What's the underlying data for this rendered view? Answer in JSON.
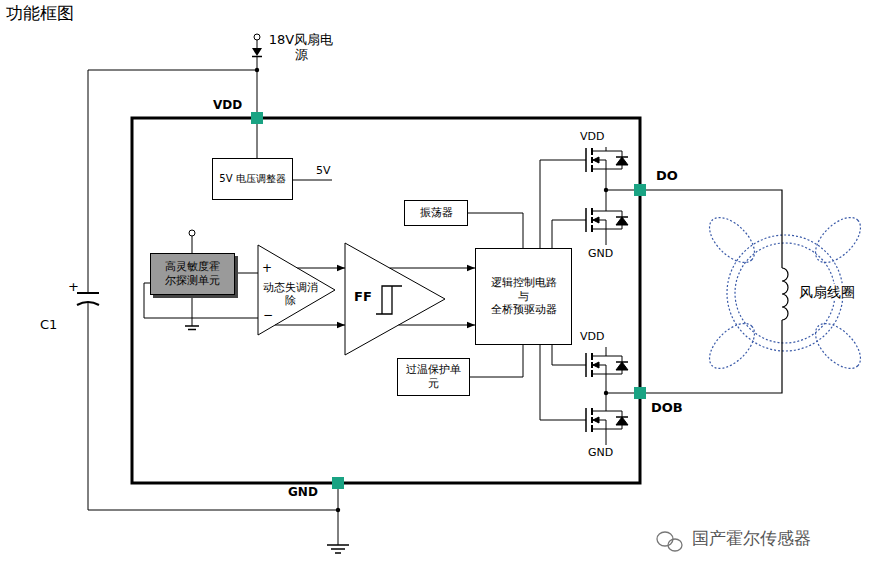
{
  "diagram": {
    "title": "功能框图",
    "nodes": [
      {
        "text": [
          "5V 电压调整器"
        ]
      },
      {
        "text": [
          "高灵敏度霍尔探测单元"
        ]
      },
      {
        "text": [
          "动态失调消除"
        ]
      },
      {
        "text": [
          "FF"
        ]
      },
      {
        "text": [
          "振荡器"
        ]
      },
      {
        "text": [
          "逻辑控制电路 与 全桥预驱动器"
        ]
      },
      {
        "text": [
          "过温保护单元"
        ]
      }
    ],
    "edges": [
      {
        "from": 1,
        "to": 2,
        "arrow": "none"
      },
      {
        "from": 1,
        "to": 2,
        "arrow": "none"
      },
      {
        "from": 2,
        "to": 3,
        "arrow": "to"
      },
      {
        "from": 2,
        "to": 3,
        "arrow": "to"
      },
      {
        "from": 3,
        "to": 5,
        "arrow": "to"
      },
      {
        "from": 3,
        "to": 5,
        "arrow": "to"
      },
      {
        "from": 4,
        "to": 5,
        "arrow": "none"
      },
      {
        "from": 6,
        "to": 5,
        "arrow": "none"
      }
    ],
    "labels": [
      "18V风扇电源",
      "VDD",
      "5V",
      "+",
      "−",
      "VDD",
      "GND",
      "VDD",
      "GND",
      "DO",
      "DOB",
      "GND",
      "+",
      "C1",
      "风扇线圈",
      "国产霍尔传感器"
    ]
  }
}
